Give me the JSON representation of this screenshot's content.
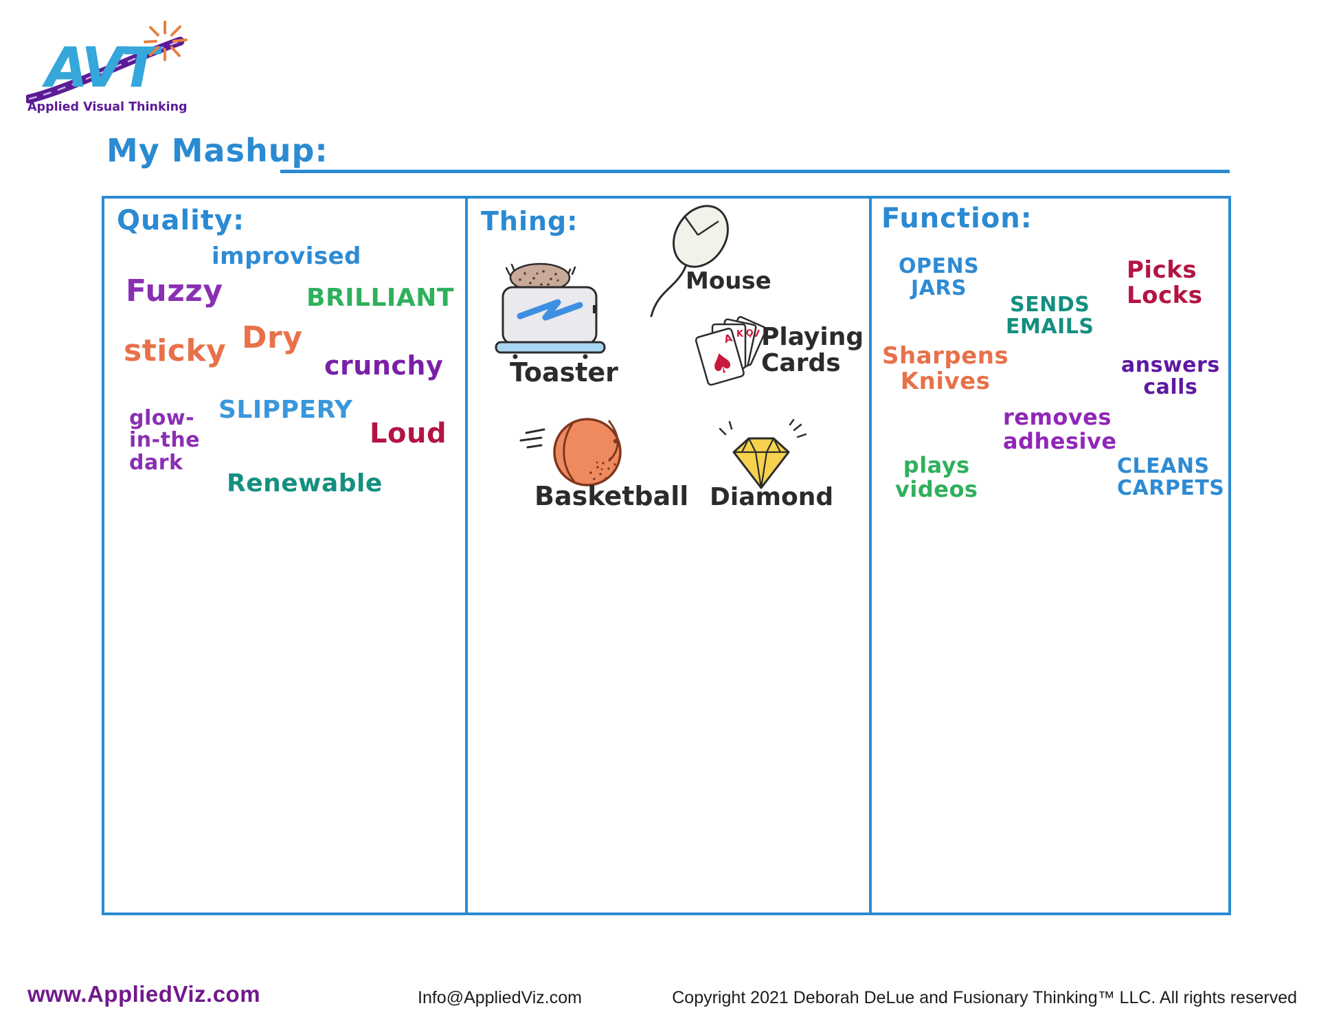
{
  "logo": {
    "acronym": "AVT",
    "tagline": "Applied Visual Thinking",
    "blue": "#35a7da",
    "purple": "#5c1b96",
    "orange": "#e8803f"
  },
  "header": {
    "title": "My Mashup:"
  },
  "board": {
    "border_color": "#2a8ad2",
    "heading_color": "#2a8ad2"
  },
  "columns": {
    "quality": {
      "heading": "Quality:",
      "words": [
        {
          "text": "improvised",
          "color": "#2e8bd4"
        },
        {
          "text": "Fuzzy",
          "color": "#8a2fb4"
        },
        {
          "text": "BRILLIANT",
          "color": "#2fb05c"
        },
        {
          "text": "sticky",
          "color": "#e8714a"
        },
        {
          "text": "Dry",
          "color": "#e8714a"
        },
        {
          "text": "crunchy",
          "color": "#7a1fa8"
        },
        {
          "text": "SLIPPERY",
          "color": "#3a97dc"
        },
        {
          "text": "glow-\nin-the\ndark",
          "color": "#8a2fb4"
        },
        {
          "text": "Loud",
          "color": "#b31444"
        },
        {
          "text": "Renewable",
          "color": "#148f80"
        }
      ]
    },
    "thing": {
      "heading": "Thing:",
      "label_color": "#2b2b2b",
      "items": [
        {
          "label": "Toaster"
        },
        {
          "label": "Mouse"
        },
        {
          "label": "Playing\nCards"
        },
        {
          "label": "Basketball"
        },
        {
          "label": "Diamond"
        }
      ],
      "card_letters": [
        "A",
        "K",
        "Q",
        "J"
      ],
      "spade": "♠"
    },
    "function": {
      "heading": "Function:",
      "words": [
        {
          "text": "OPENS\nJARS",
          "color": "#2e8bd4"
        },
        {
          "text": "Picks\nLocks",
          "color": "#b31444"
        },
        {
          "text": "SENDS\nEMAILS",
          "color": "#148f80"
        },
        {
          "text": "Sharpens\nKnives",
          "color": "#e8714a"
        },
        {
          "text": "answers\ncalls",
          "color": "#5e18a0"
        },
        {
          "text": "removes\nadhesive",
          "color": "#9027b8"
        },
        {
          "text": "plays\nvideos",
          "color": "#2fb05c"
        },
        {
          "text": "CLEANS\nCARPETS",
          "color": "#2e8bd4"
        }
      ]
    }
  },
  "footer": {
    "website": "www.AppliedViz.com",
    "email": "Info@AppliedViz.com",
    "copyright": "Copyright 2021 Deborah DeLue and Fusionary Thinking™ LLC. All rights reserved"
  }
}
